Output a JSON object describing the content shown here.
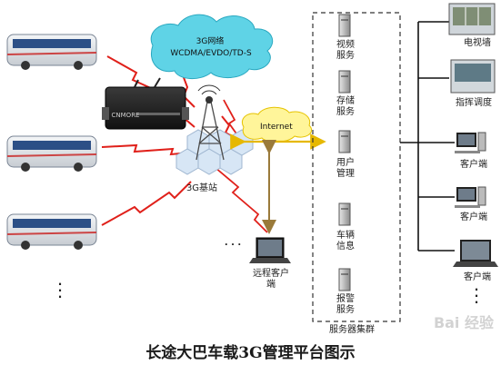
{
  "cloud": {
    "title": "3G网络",
    "subtitle": "WCDMA/EVDO/TD-S"
  },
  "device": {
    "brand": "CNMORE"
  },
  "internet": {
    "label": "Internet"
  },
  "base_station": {
    "label": "3G基站"
  },
  "remote_client": {
    "label": "远程客户\n端",
    "dots": ". . ."
  },
  "server_cluster": {
    "label": "服务器集群",
    "servers": [
      {
        "label": "视频\n服务"
      },
      {
        "label": "存储\n服务"
      },
      {
        "label": "用户\n管理"
      },
      {
        "label": "车辆\n信息"
      },
      {
        "label": "报警\n服务"
      }
    ]
  },
  "endpoints": [
    {
      "label": "电视墙"
    },
    {
      "label": "指挥调度"
    },
    {
      "label": "客户端"
    },
    {
      "label": "客户端"
    },
    {
      "label": "客户端"
    }
  ],
  "bus_dots": "·\n·\n·",
  "client_dots": "·\n·\n·",
  "caption": "长途大巴车载3G管理平台图示",
  "watermark": "Bai 经验",
  "colors": {
    "red_link": "#e0201a",
    "gold_arrow": "#e6b800",
    "brown_arrow": "#9a7a3a",
    "cloud": "#5fd3e6",
    "bus_blue": "#2c4f86"
  }
}
